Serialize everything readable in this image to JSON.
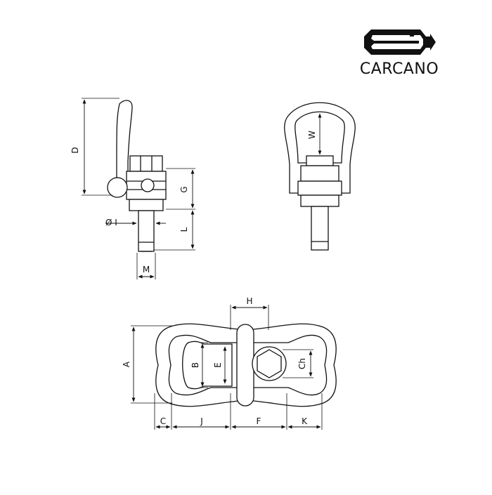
{
  "brand": {
    "name": "CARCANO",
    "logo_color": "#111111"
  },
  "drawing": {
    "line_color": "#111111",
    "fill_color": "#ffffff",
    "side_view": {
      "labels": {
        "D": "D",
        "G": "G",
        "I": "Ø I",
        "L": "L",
        "M": "M"
      }
    },
    "front_view": {
      "labels": {
        "W": "W"
      }
    },
    "top_view": {
      "labels": {
        "H": "H",
        "A": "A",
        "B": "B",
        "E": "E",
        "Ch": "Ch",
        "C": "C",
        "J": "J",
        "F": "F",
        "K": "K"
      }
    }
  }
}
